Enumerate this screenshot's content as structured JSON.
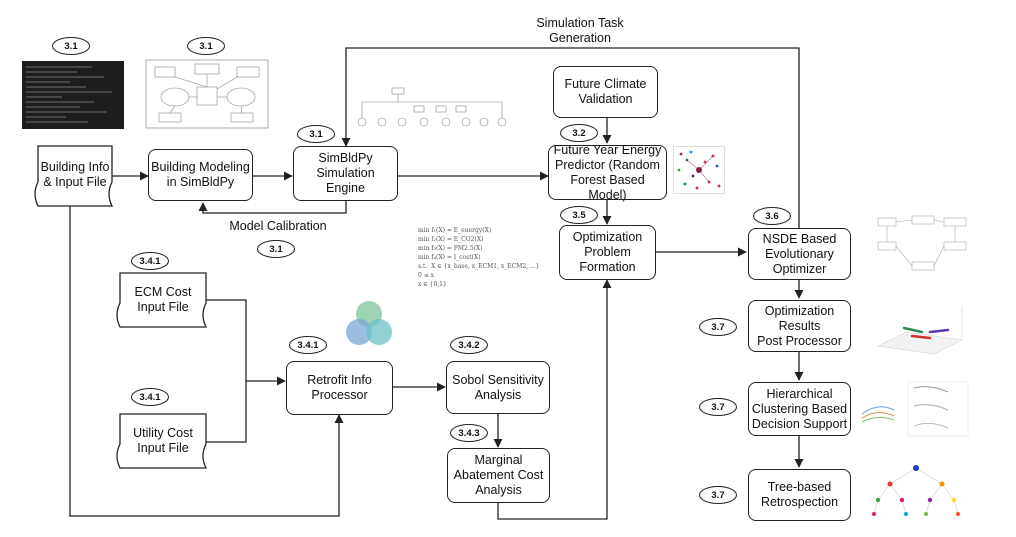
{
  "boxes": {
    "building_info": "Building Info\n& Input File",
    "building_modeling": "Building Modeling\nin SimBldPy",
    "simbldpy_engine": "SimBldPy\nSimulation\nEngine",
    "future_climate": "Future Climate\nValidation",
    "energy_predictor": "Future Year Energy\nPredictor (Random\nForest Based Model)",
    "optimization_formation": "Optimization\nProblem\nFormation",
    "nsde_optimizer": "NSDE Based\nEvolutionary\nOptimizer",
    "results_post": "Optimization\nResults\nPost Processor",
    "clustering": "Hierarchical\nClustering Based\nDecision Support",
    "retrospection": "Tree-based\nRetrospection",
    "ecm_cost": "ECM Cost\nInput File",
    "utility_cost": "Utility Cost\nInput File",
    "retrofit_info": "Retrofit Info\nProcessor",
    "sobol": "Sobol Sensitivity\nAnalysis",
    "marginal": "Marginal\nAbatement Cost\nAnalysis"
  },
  "labels": {
    "simulation_task": "Simulation Task\nGeneration",
    "model_calibration": "Model Calibration"
  },
  "badges": {
    "b_terminal": "3.1",
    "b_diagram": "3.1",
    "b_engine": "3.1",
    "b_calibration": "3.1",
    "b_predictor": "3.2",
    "b_formation": "3.5",
    "b_nsde": "3.6",
    "b_ecm": "3.4.1",
    "b_utility": "3.4.1",
    "b_retrofit": "3.4.1",
    "b_sobol": "3.4.2",
    "b_marginal": "3.4.3",
    "b_results": "3.7",
    "b_clustering": "3.7",
    "b_retro": "3.7"
  },
  "equations": "min f₁(X) = E_energy(X)\nmin f₂(X) = E_CO2(X)\nmin f₃(X) = PM2.5(X)\nmin f₄(X) = I_cost(X)\ns.t.  X ∈ {x_base, x_ECM1, x_ECM2, ...}\n0 ≤ x\nx ∈ {0,1}",
  "colors": {
    "line": "#222222",
    "box_fill": "#ffffff"
  }
}
